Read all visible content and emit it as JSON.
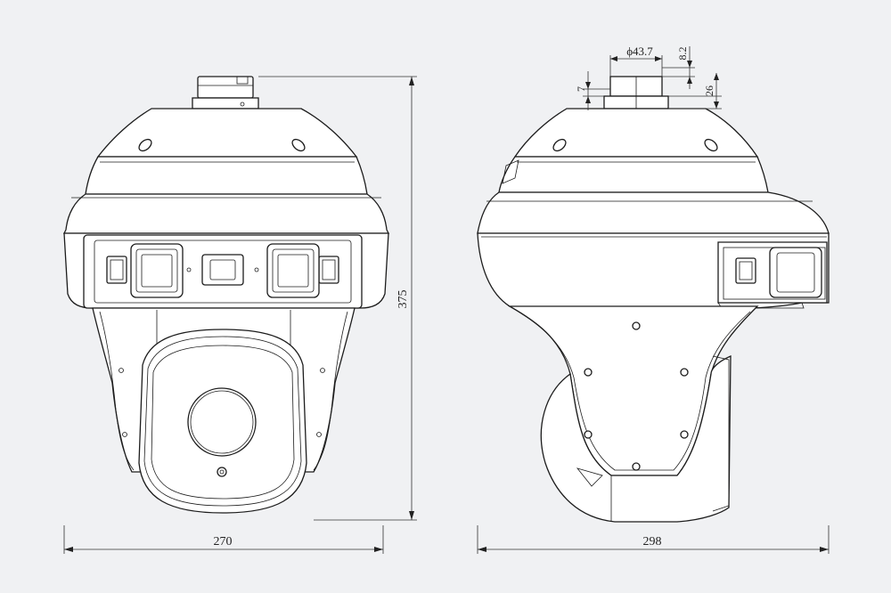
{
  "dimensions": {
    "front_width": "270",
    "front_height": "375",
    "side_width": "298",
    "mount_diameter": "ϕ43.7",
    "mount_step": "8.2",
    "mount_height": "26",
    "mount_ring": "7"
  }
}
